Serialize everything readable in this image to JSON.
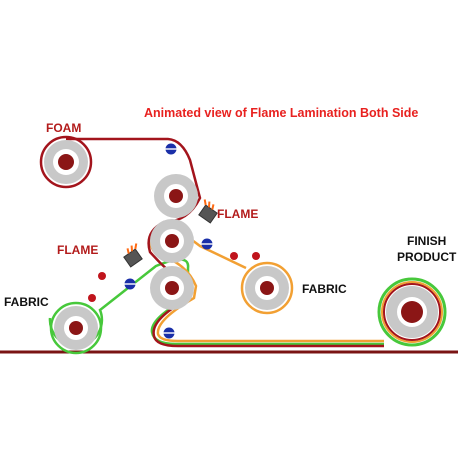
{
  "title": "Animated view of Flame Lamination Both Side",
  "labels": {
    "foam": "FOAM",
    "flame_upper": "FLAME",
    "flame_left": "FLAME",
    "fabric_left": "FABRIC",
    "fabric_right": "FABRIC",
    "finish_line1": "FINISH",
    "finish_line2": "PRODUCT"
  },
  "colors": {
    "title": "#e8211f",
    "label_red": "#b31b1b",
    "label_black": "#111111",
    "foam_line": "#a3141c",
    "orange_line": "#f2a033",
    "green_line": "#47c83b",
    "roller_gray": "#c8c8c8",
    "roller_hub": "#8b1616",
    "ground": "#7a1414",
    "guide_dot": "#c0141c",
    "blue_roller": "#1a2fa8"
  }
}
